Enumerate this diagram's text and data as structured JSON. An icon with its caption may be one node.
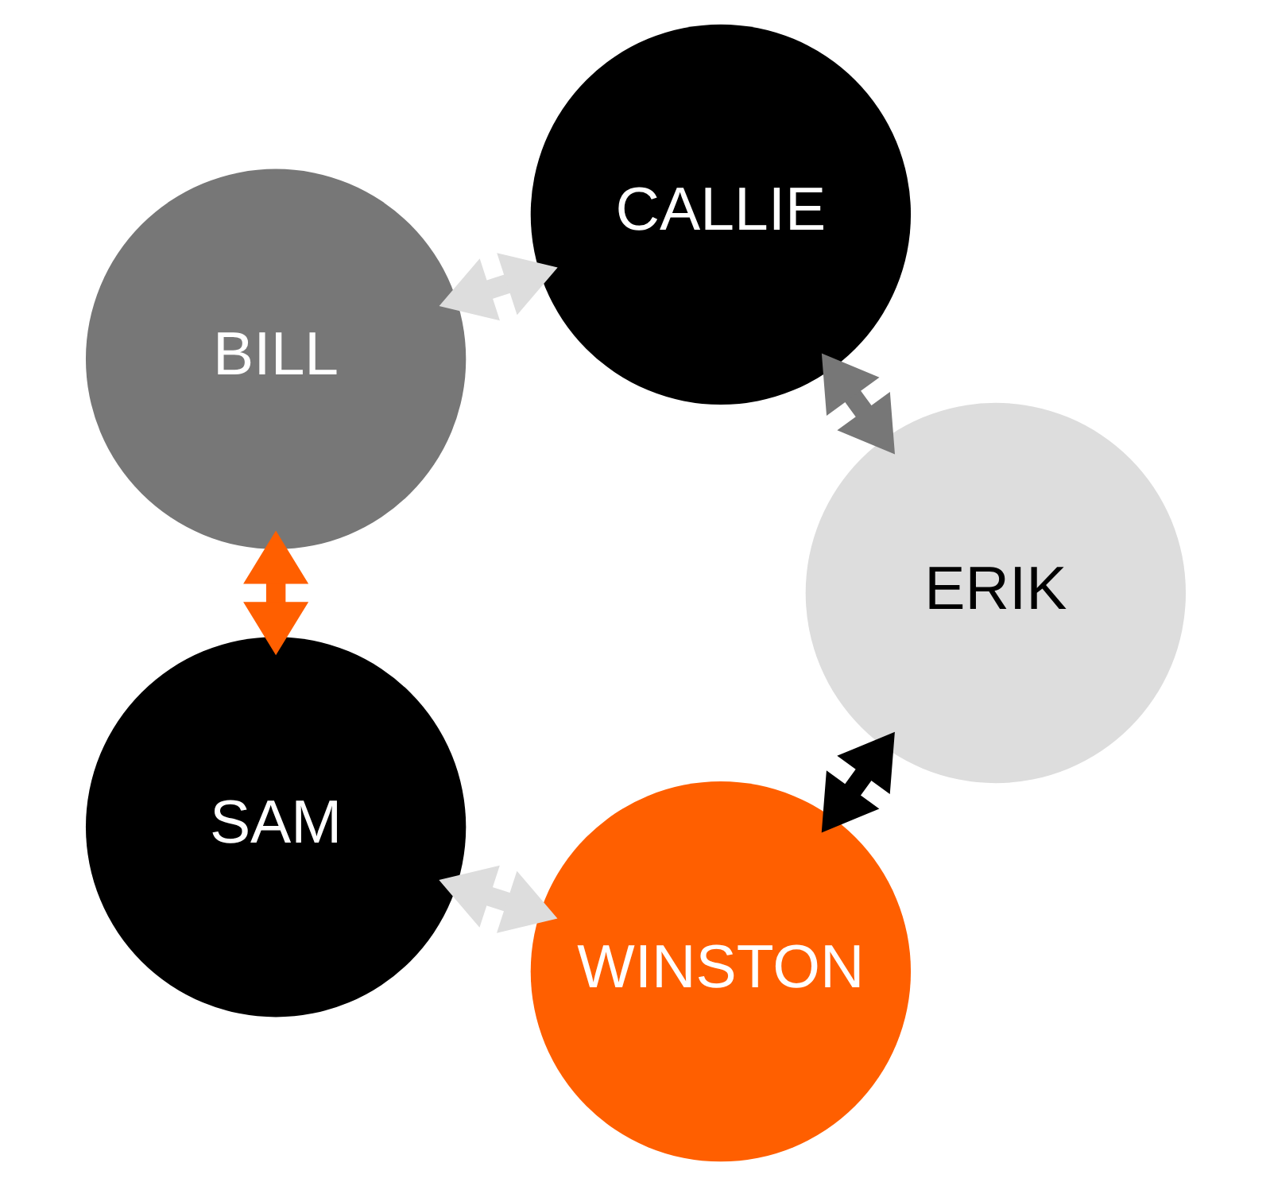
{
  "diagram": {
    "nodes": [
      {
        "text": [
          "WINSTON"
        ]
      },
      {
        "text": [
          "ERIK"
        ]
      },
      {
        "text": [
          "SAM"
        ]
      },
      {
        "text": [
          "CALLIE"
        ]
      },
      {
        "text": [
          "BILL"
        ]
      }
    ],
    "edges": [
      {
        "from": 0,
        "to": 2,
        "arrow": "both",
        "color": "#dddddd"
      },
      {
        "from": 2,
        "to": 4,
        "arrow": "both",
        "color": "#ff5f00"
      },
      {
        "from": 4,
        "to": 3,
        "arrow": "both",
        "color": "#dddddd"
      },
      {
        "from": 3,
        "to": 1,
        "arrow": "both",
        "color": "#777777"
      },
      {
        "from": 1,
        "to": 0,
        "arrow": "both",
        "color": "#000000"
      }
    ]
  }
}
